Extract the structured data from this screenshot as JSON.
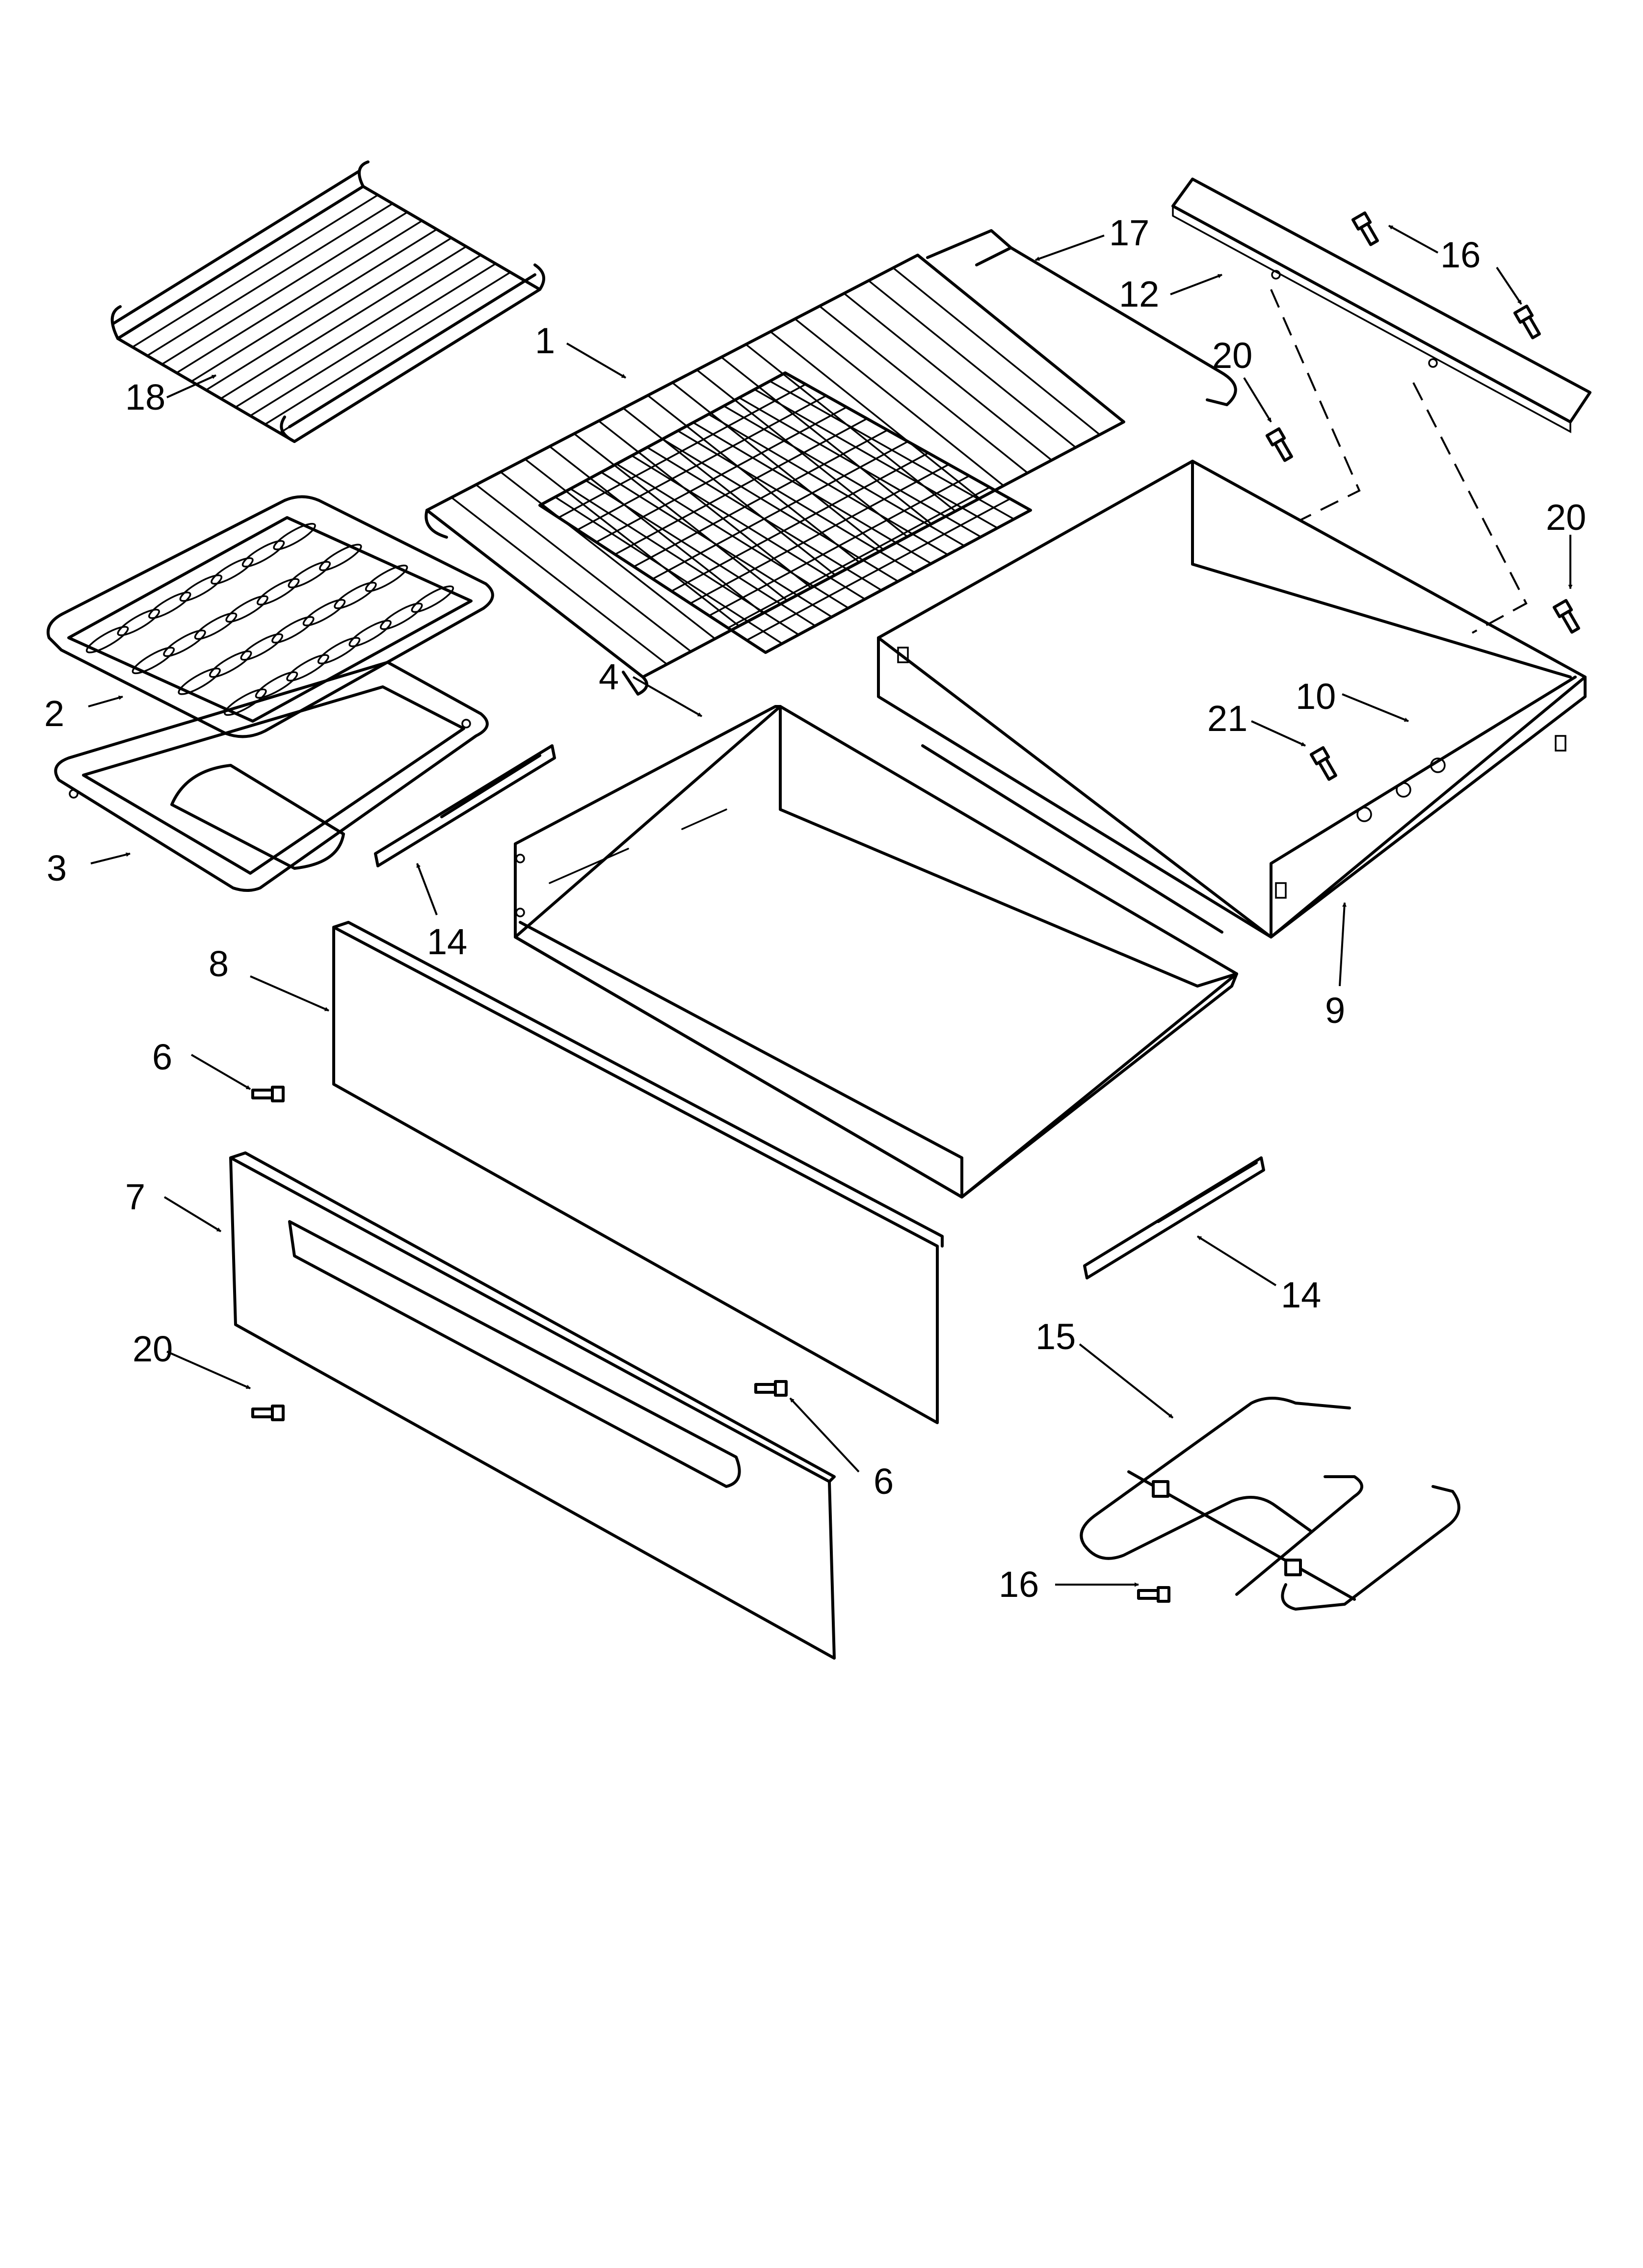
{
  "diagram": {
    "callouts": [
      "1",
      "2",
      "3",
      "4",
      "6",
      "6",
      "7",
      "8",
      "9",
      "10",
      "12",
      "14",
      "14",
      "15",
      "16",
      "16",
      "17",
      "18",
      "20",
      "20",
      "20",
      "21"
    ]
  }
}
